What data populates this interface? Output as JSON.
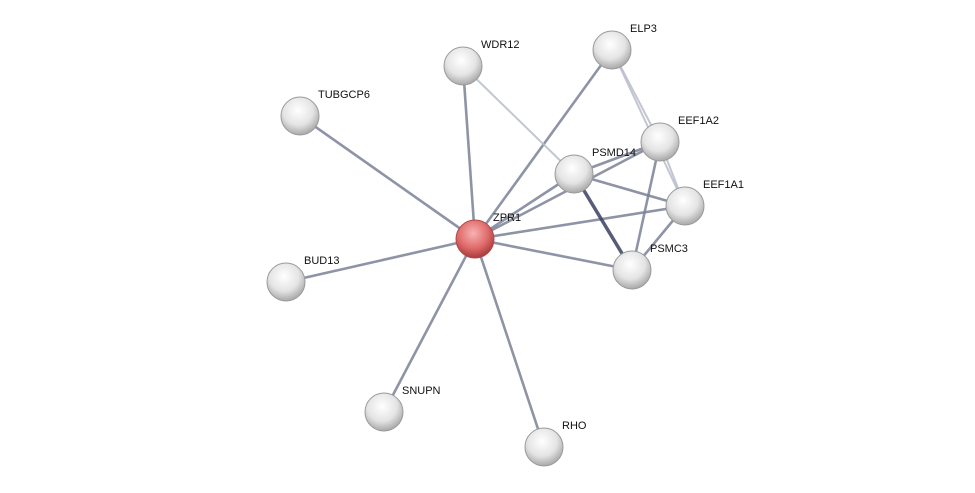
{
  "network": {
    "query_node": "ZPR1",
    "colors": {
      "query": "#e06b6b",
      "node": "#e8e8e8",
      "edge": "#7a8196",
      "edge_light": "#b9bccb",
      "edge_dark": "#3a4160"
    },
    "nodes": [
      {
        "id": "ZPR1",
        "label": "ZPR1"
      },
      {
        "id": "WDR12",
        "label": "WDR12"
      },
      {
        "id": "ELP3",
        "label": "ELP3"
      },
      {
        "id": "TUBGCP6",
        "label": "TUBGCP6"
      },
      {
        "id": "EEF1A2",
        "label": "EEF1A2"
      },
      {
        "id": "PSMD14",
        "label": "PSMD14"
      },
      {
        "id": "EEF1A1",
        "label": "EEF1A1"
      },
      {
        "id": "PSMC3",
        "label": "PSMC3"
      },
      {
        "id": "BUD13",
        "label": "BUD13"
      },
      {
        "id": "SNUPN",
        "label": "SNUPN"
      },
      {
        "id": "RHO",
        "label": "RHO"
      }
    ],
    "edges": [
      {
        "a": "ZPR1",
        "b": "WDR12",
        "w": "normal"
      },
      {
        "a": "ZPR1",
        "b": "ELP3",
        "w": "normal"
      },
      {
        "a": "ZPR1",
        "b": "TUBGCP6",
        "w": "normal"
      },
      {
        "a": "ZPR1",
        "b": "PSMD14",
        "w": "normal"
      },
      {
        "a": "ZPR1",
        "b": "EEF1A2",
        "w": "normal"
      },
      {
        "a": "ZPR1",
        "b": "EEF1A1",
        "w": "normal"
      },
      {
        "a": "ZPR1",
        "b": "PSMC3",
        "w": "normal"
      },
      {
        "a": "ZPR1",
        "b": "BUD13",
        "w": "normal"
      },
      {
        "a": "ZPR1",
        "b": "SNUPN",
        "w": "normal"
      },
      {
        "a": "ZPR1",
        "b": "RHO",
        "w": "normal"
      },
      {
        "a": "WDR12",
        "b": "PSMD14",
        "w": "light"
      },
      {
        "a": "ELP3",
        "b": "EEF1A2",
        "w": "light"
      },
      {
        "a": "ELP3",
        "b": "EEF1A1",
        "w": "light"
      },
      {
        "a": "PSMD14",
        "b": "EEF1A2",
        "w": "normal"
      },
      {
        "a": "PSMD14",
        "b": "EEF1A1",
        "w": "normal"
      },
      {
        "a": "PSMD14",
        "b": "PSMC3",
        "w": "dark"
      },
      {
        "a": "EEF1A2",
        "b": "PSMC3",
        "w": "normal"
      },
      {
        "a": "EEF1A2",
        "b": "EEF1A1",
        "w": "light"
      },
      {
        "a": "EEF1A1",
        "b": "PSMC3",
        "w": "normal"
      }
    ]
  }
}
